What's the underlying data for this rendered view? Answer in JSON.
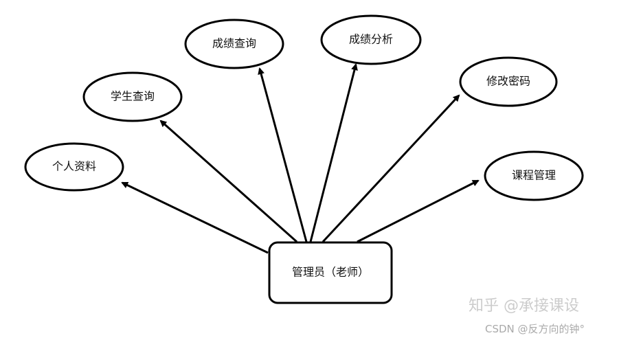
{
  "center": {
    "label": "管理员（老师）"
  },
  "nodes": [
    {
      "label": "个人资料"
    },
    {
      "label": "学生查询"
    },
    {
      "label": "成绩查询"
    },
    {
      "label": "成绩分析"
    },
    {
      "label": "修改密码"
    },
    {
      "label": "课程管理"
    }
  ],
  "watermarks": {
    "zhihu": "知乎 @承接课设",
    "csdn": "CSDN @反方向的钟°"
  }
}
